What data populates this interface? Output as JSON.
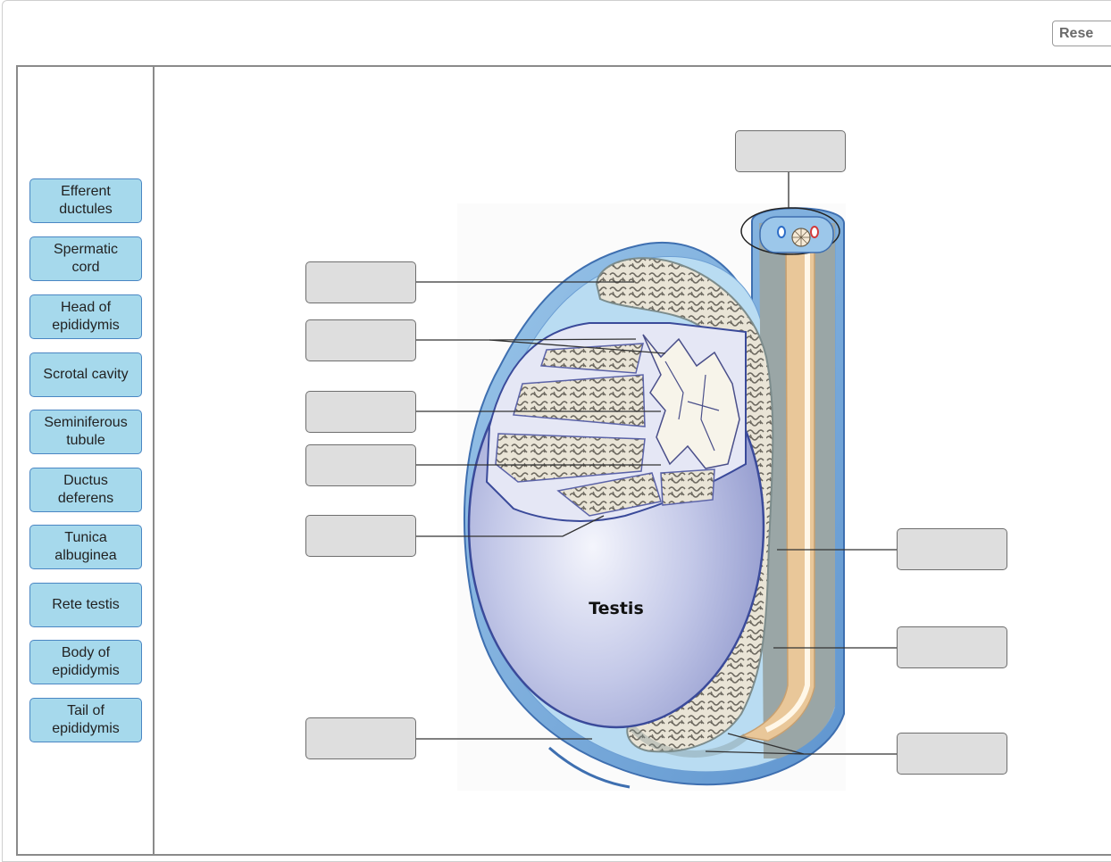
{
  "toolbar": {
    "reset_label": "Rese"
  },
  "label_bank": [
    "Efferent\nductules",
    "Spermatic\ncord",
    "Head of\nepididymis",
    "Scrotal cavity",
    "Seminiferous\ntubule",
    "Ductus\ndeferens",
    "Tunica\nalbuginea",
    "Rete testis",
    "Body of\nepididymis",
    "Tail of\nepididymis"
  ],
  "figure": {
    "testis_label": "Testis"
  },
  "colors": {
    "chip_fill": "#a6d9ec",
    "chip_border": "#4a86c3",
    "dropzone_fill": "#dedede",
    "testis_blue": "#9aa4d6",
    "scrotum_blue": "#7fb0db"
  }
}
